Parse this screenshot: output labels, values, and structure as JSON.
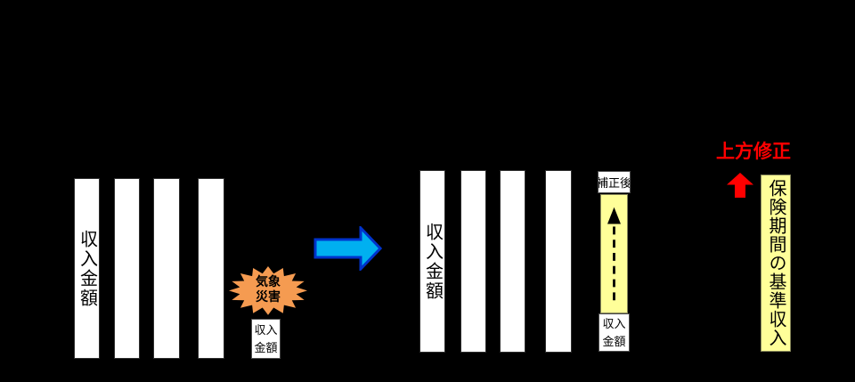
{
  "colors": {
    "background": "#000000",
    "bar_fill": "#ffffff",
    "bar_border": "#2e2e2e",
    "box_border": "#4d4d4d",
    "yellow": "#ffff99",
    "yellow_border": "#86865a",
    "orange": "#f59b51",
    "blue_fill": "#00b0f0",
    "blue_border": "#0033cc",
    "red": "#ff0000",
    "ink": "#000000"
  },
  "left_chart": {
    "bar_label": "収入金額",
    "burst_label": "気象\n災害",
    "box_label": "収入\n金額"
  },
  "right_chart": {
    "bar_label": "収入金額",
    "corrected_label": "補正後",
    "box_label": "収入\n金額"
  },
  "summary": {
    "revision_label": "上方修正",
    "base_income_label": "保険期間の基準収入"
  }
}
